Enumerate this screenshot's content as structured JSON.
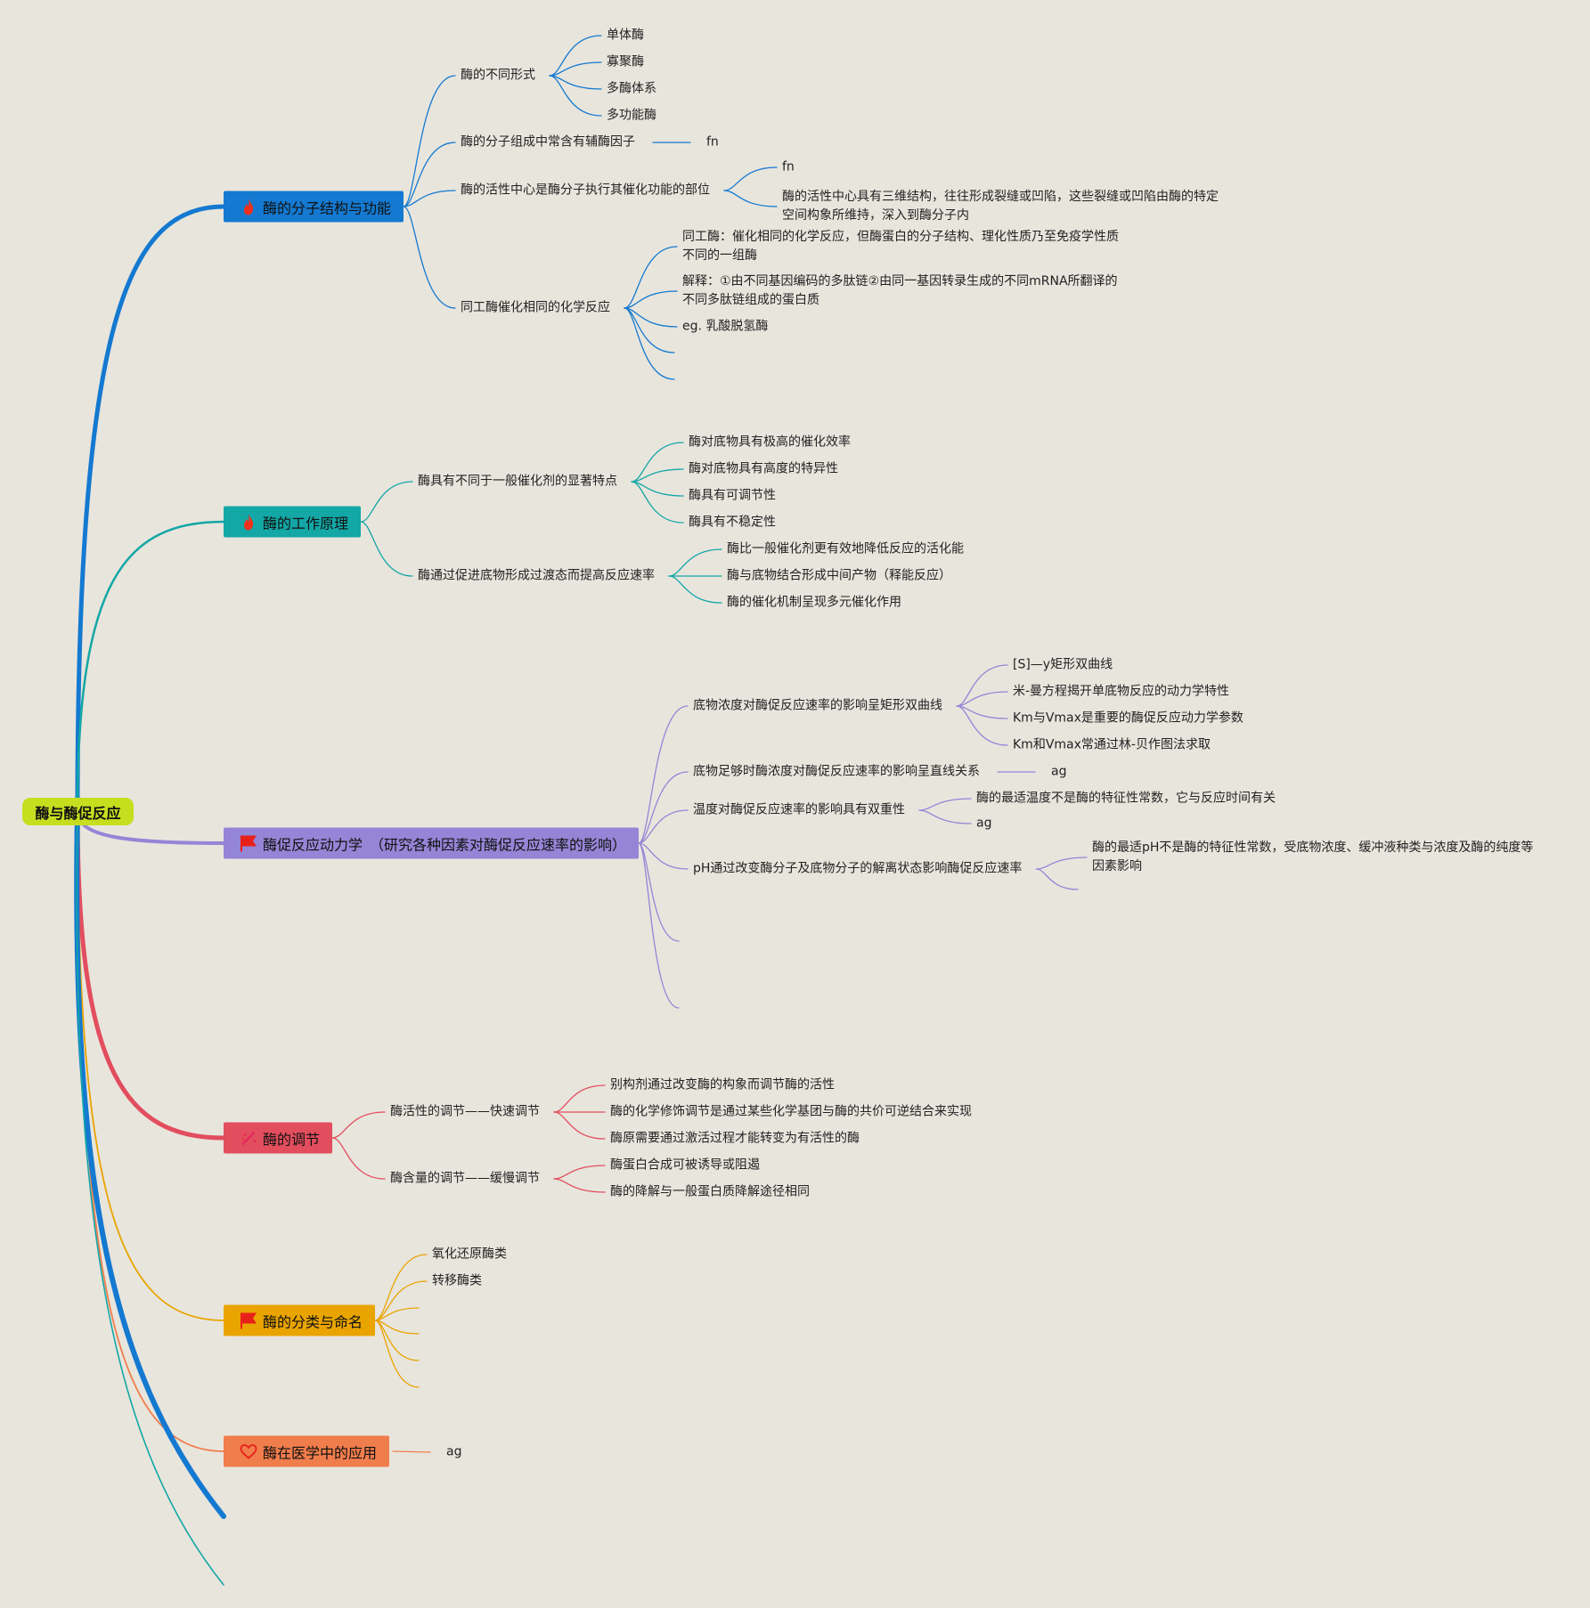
{
  "root": {
    "label": "酶与酶促反应",
    "color": "#c6de1e"
  },
  "branches": [
    {
      "label": "酶的分子结构与功能",
      "icon": "fire-icon",
      "color": "#1479d0",
      "topics": [
        {
          "label": "酶的不同形式",
          "items": [
            "单体酶",
            "寡聚酶",
            "多酶体系",
            "多功能酶"
          ]
        },
        {
          "label": "酶的分子组成中常含有辅酶因子",
          "items": [
            "fn"
          ]
        },
        {
          "label": "酶的活性中心是酶分子执行其催化功能的部位",
          "items": [
            "fn",
            "酶的活性中心具有三维结构，往往形成裂缝或凹陷，这些裂缝或凹陷由酶的特定\n空间构象所维持，深入到酶分子内"
          ]
        },
        {
          "label": "同工酶催化相同的化学反应",
          "items": [
            "同工酶：催化相同的化学反应，但酶蛋白的分子结构、理化性质乃至免疫学性质\n不同的一组酶",
            "解释：①由不同基因编码的多肽链②由同一基因转录生成的不同mRNA所翻译的\n不同多肽链组成的蛋白质",
            "eg. 乳酸脱氢酶"
          ]
        }
      ]
    },
    {
      "label": "酶的工作原理",
      "icon": "fire-icon",
      "color": "#13a7a6",
      "topics": [
        {
          "label": "酶具有不同于一般催化剂的显著特点",
          "items": [
            "酶对底物具有极高的催化效率",
            "酶对底物具有高度的特异性",
            "酶具有可调节性",
            "酶具有不稳定性"
          ]
        },
        {
          "label": "酶通过促进底物形成过渡态而提高反应速率",
          "items": [
            "酶比一般催化剂更有效地降低反应的活化能",
            "酶与底物结合形成中间产物（释能反应）",
            "酶的催化机制呈现多元催化作用"
          ]
        }
      ]
    },
    {
      "label": "酶促反应动力学　（研究各种因素对酶促反应速率的影响）",
      "icon": "flag-icon",
      "color": "#9585d6",
      "topics": [
        {
          "label": "底物浓度对酶促反应速率的影响呈矩形双曲线",
          "items": [
            "[S]—y矩形双曲线",
            "米-曼方程揭开单底物反应的动力学特性",
            "Km与Vmax是重要的酶促反应动力学参数",
            "Km和Vmax常通过林-贝作图法求取"
          ]
        },
        {
          "label": "底物足够时酶浓度对酶促反应速率的影响呈直线关系",
          "items": [
            "ag"
          ]
        },
        {
          "label": "温度对酶促反应速率的影响具有双重性",
          "items": [
            "酶的最适温度不是酶的特征性常数，它与反应时间有关",
            "ag"
          ]
        },
        {
          "label": "pH通过改变酶分子及底物分子的解离状态影响酶促反应速率",
          "items": [
            "酶的最适pH不是酶的特征性常数，受底物浓度、缓冲液种类与浓度及酶的纯度等\n因素影响"
          ]
        }
      ]
    },
    {
      "label": "酶的调节",
      "icon": "sparkle-icon",
      "color": "#e24e5e",
      "topics": [
        {
          "label": "酶活性的调节——快速调节",
          "items": [
            "别构剂通过改变酶的构象而调节酶的活性",
            "酶的化学修饰调节是通过某些化学基团与酶的共价可逆结合来实现",
            "酶原需要通过激活过程才能转变为有活性的酶"
          ]
        },
        {
          "label": "酶含量的调节——缓慢调节",
          "items": [
            "酶蛋白合成可被诱导或阻遏",
            "酶的降解与一般蛋白质降解途径相同"
          ]
        }
      ]
    },
    {
      "label": "酶的分类与命名",
      "icon": "flag-icon",
      "color": "#e9a400",
      "topics": [
        {
          "label": "氧化还原酶类"
        },
        {
          "label": "转移酶类"
        }
      ]
    },
    {
      "label": "酶在医学中的应用",
      "icon": "heart-icon",
      "color": "#f07d4c",
      "topics": [
        {
          "label": "ag"
        }
      ]
    }
  ],
  "extra_line_colors": [
    "#1479d0",
    "#13a7a6"
  ]
}
